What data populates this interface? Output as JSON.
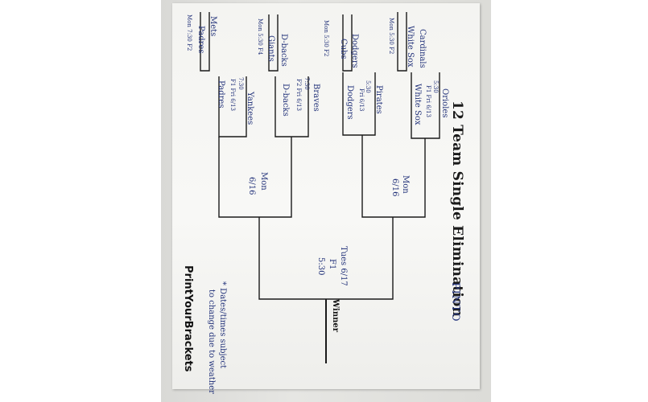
{
  "title": "12 Team Single Elimination",
  "annotation_top": "PINTO",
  "winner_label": "Winner",
  "brand": "PrintYourBrackets",
  "note_lines": [
    "* Dates/times subject",
    "to change due to weather"
  ],
  "round1": [
    {
      "team_a": "Cardinals",
      "team_b": "White Sox",
      "when": "Mon 5:30 F2"
    },
    {
      "team_a": "Dodgers",
      "team_b": "Cubs",
      "when": "Mon 5:30 F2"
    },
    {
      "team_a": "D-backs",
      "team_b": "Giants",
      "when": "Mon 5:30 F4"
    },
    {
      "team_a": "Mets",
      "team_b": "Padres",
      "when": "Mon 7:30 F2"
    }
  ],
  "round2": [
    {
      "seed": "Orioles",
      "time": "5:30",
      "when": "F1 Fri 6/13",
      "winner": "White Sox"
    },
    {
      "seed": "Pirates",
      "time": "5:30",
      "when": "Fri 6/13",
      "winner": "Dodgers"
    },
    {
      "seed": "Braves",
      "time": "7:30",
      "when": "F2 Fri 6/13",
      "winner": "D-backs"
    },
    {
      "seed": "Yankees",
      "time": "7:30",
      "when": "F1 Fri 6/13",
      "winner": "Padres"
    }
  ],
  "semis": [
    {
      "line1": "Mon",
      "line2": "6/16"
    },
    {
      "line1": "Mon",
      "line2": "6/16"
    }
  ],
  "final": {
    "line1": "Tues 6/17",
    "line2": "F1",
    "line3": "5:30"
  }
}
